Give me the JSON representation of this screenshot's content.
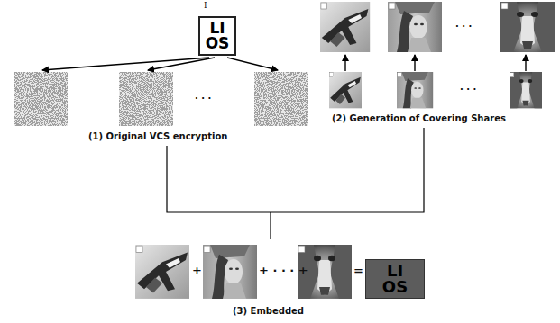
{
  "diagram": {
    "nodes": [
      {
        "text": [
          "LI OS"
        ]
      },
      {
        "text": [
          "LI OS"
        ]
      }
    ],
    "labels": [
      "I",
      "· · ·",
      "(1) Original VCS encryption",
      "· · ·",
      "· · ·",
      "(2) Generation of Covering Shares",
      "+",
      "+ · · · +",
      "=",
      "(3) Embedded"
    ]
  }
}
